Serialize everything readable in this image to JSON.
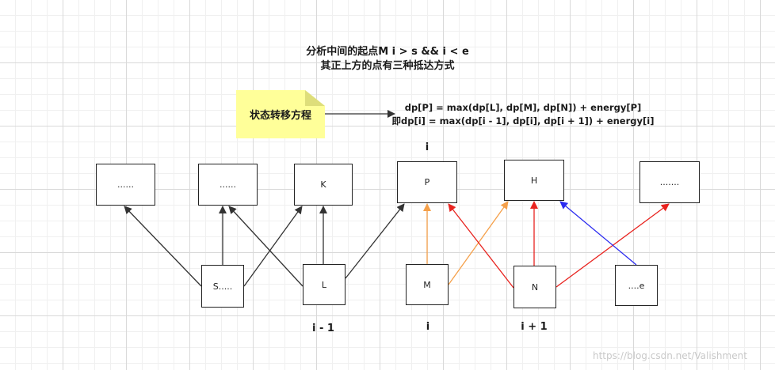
{
  "header": {
    "line1": "分析中间的起点M    i > s && i < e",
    "line2": "其正上方的点有三种抵达方式"
  },
  "note": {
    "label": "状态转移方程"
  },
  "formula": {
    "line1": "dp[P] = max(dp[L], dp[M], dp[N]) + energy[P]",
    "line2": "即dp[i] = max(dp[i - 1], dp[i], dp[i + 1]) + energy[i]"
  },
  "top_row": {
    "box1": "......",
    "box2": "......",
    "box3": "K",
    "box4": "P",
    "box5": "H",
    "box6": "......."
  },
  "bottom_row": {
    "box1": "S.....",
    "box2": "L",
    "box3": "M",
    "box4": "N",
    "box5": "....e"
  },
  "indices": {
    "top_i": "i",
    "i_minus_1": "i - 1",
    "i": "i",
    "i_plus_1": "i + 1"
  },
  "colors": {
    "black": "#333333",
    "orange": "#f5a04a",
    "red": "#e8231f",
    "blue": "#2b2bf0"
  },
  "watermark": "https://blog.csdn.net/Valishment"
}
